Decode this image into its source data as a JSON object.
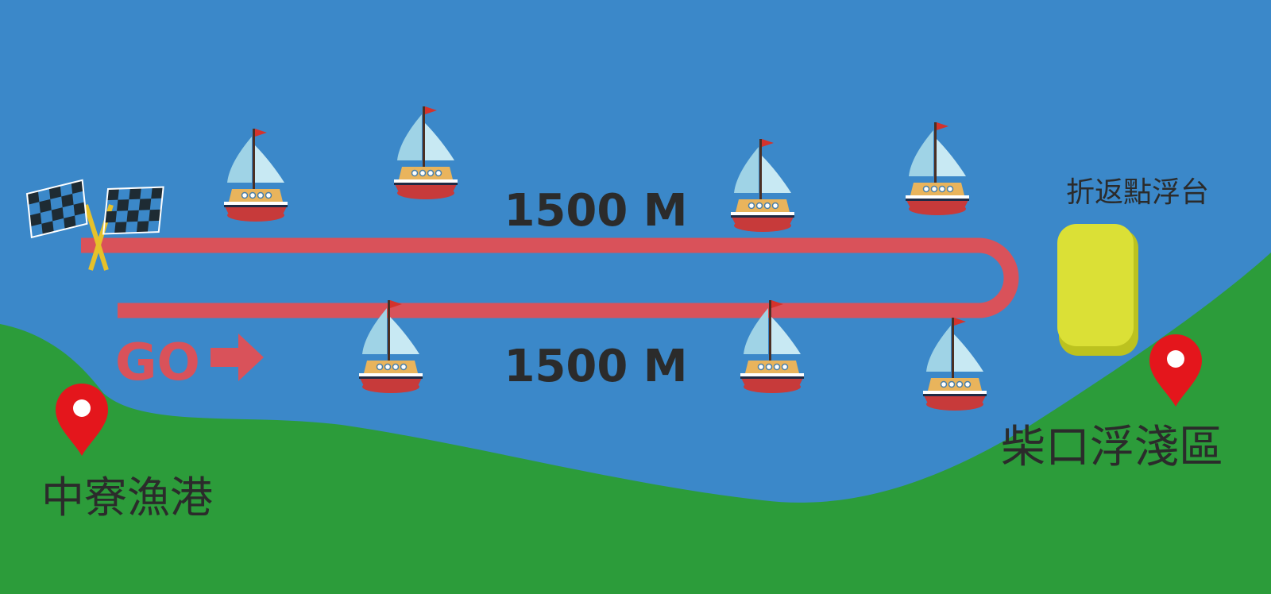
{
  "labels": {
    "distance_top": "1500 M",
    "distance_bottom": "1500 M",
    "go": "GO",
    "turnaround": "折返點浮台",
    "left_place": "中寮漁港",
    "right_place": "柴口浮淺區"
  },
  "colors": {
    "sea": "#3b88c9",
    "land": "#2c9c3a",
    "route": "#d9525a",
    "platform": "#dbe036",
    "platform_shade": "#bcc21f",
    "pin": "#e4161c",
    "text": "#2b2b2b"
  },
  "icons": {
    "start": "checkered-flags-icon",
    "boat": "sailboat-icon",
    "pin": "map-pin-icon",
    "arrow": "arrow-right-icon"
  }
}
